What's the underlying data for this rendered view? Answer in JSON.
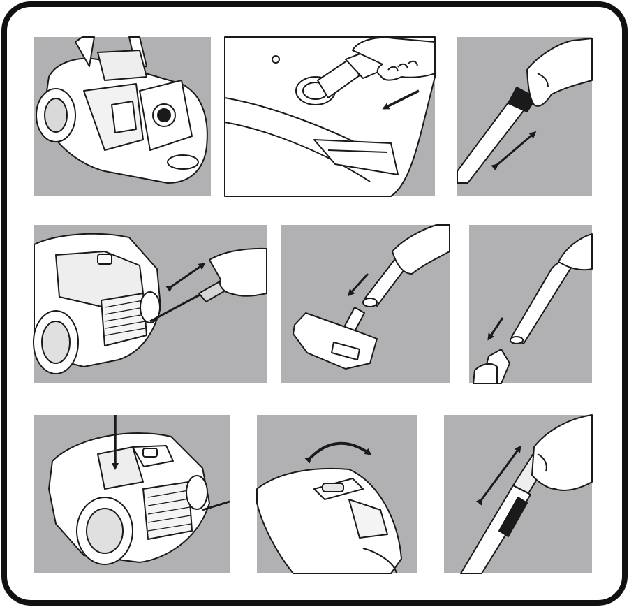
{
  "figure": {
    "kind": "assembly-instruction-sheet",
    "panels": [
      {
        "id": "open-bag-compartment",
        "icon": "vacuum-open-bag-illustration"
      },
      {
        "id": "insert-hose",
        "icon": "hose-insert-illustration"
      },
      {
        "id": "adjust-telescopic-tube",
        "icon": "telescopic-tube-illustration"
      },
      {
        "id": "connect-power-cord",
        "icon": "power-plug-illustration"
      },
      {
        "id": "attach-floor-nozzle",
        "icon": "floor-nozzle-illustration"
      },
      {
        "id": "join-tube-to-handle",
        "icon": "tube-handle-illustration"
      },
      {
        "id": "press-power-button",
        "icon": "power-button-illustration"
      },
      {
        "id": "slide-suction-regulator",
        "icon": "suction-regulator-illustration"
      },
      {
        "id": "slide-handle-airflow",
        "icon": "handle-airflow-illustration"
      }
    ],
    "colors": {
      "panel_bg": "#b1b1b3",
      "line": "#1a1a1a",
      "object": "#ffffff",
      "frame": "#111111"
    }
  }
}
